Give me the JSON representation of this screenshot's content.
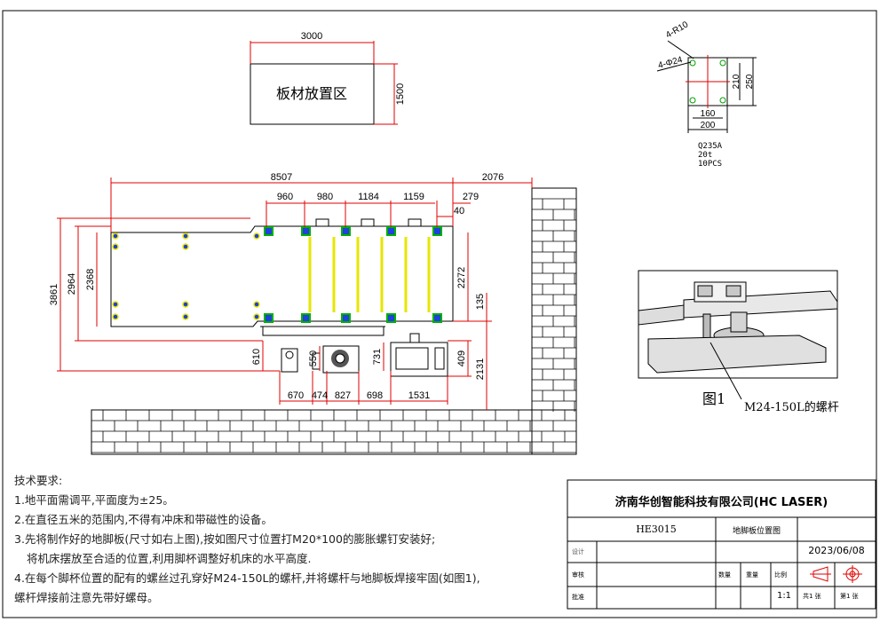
{
  "storage_area": {
    "label": "板材放置区",
    "width": "3000",
    "height": "1500"
  },
  "footplate": {
    "top_chamfer": "4-R10",
    "hole": "4-Φ24",
    "h_inner": "210",
    "h_outer": "250",
    "w_inner": "160",
    "w_outer": "200",
    "material": "Q235A",
    "thickness": "20t",
    "qty": "10PCS"
  },
  "dims": {
    "overall_top": "8507",
    "right_top": "2076",
    "top_a": "960",
    "top_b": "980",
    "top_c": "1184",
    "top_d": "1159",
    "top_e": "279",
    "top_f": "40",
    "left_outer": "3861",
    "left_mid": "2964",
    "left_inner": "2368",
    "right_a": "2272",
    "right_b": "135",
    "right_c": "409",
    "right_d": "2131",
    "bot_a": "670",
    "bot_b": "474",
    "bot_c": "827",
    "bot_d": "698",
    "bot_e": "1531",
    "h_a": "610",
    "h_b": "550",
    "h_c": "731"
  },
  "figure1": {
    "caption": "图1",
    "callout": "M24-150L的螺杆"
  },
  "requirements": {
    "title": "技术要求:",
    "l1": "1.地平面需调平,平面度为±25。",
    "l2": "2.在直径五米的范围内,不得有冲床和带磁性的设备。",
    "l3": "3.先将制作好的地脚板(尺寸如右上图),按如图尺寸位置打M20*100的膨胀螺钉安装好;",
    "l4": "将机床摆放至合适的位置,利用脚杯调整好机床的水平高度.",
    "l5": "4.在每个脚杯位置的配有的螺丝过孔穿好M24-150L的螺杆,并将螺杆与地脚板焊接牢固(如图1),",
    "l6": "螺杆焊接前注意先带好螺母。"
  },
  "title_block": {
    "company": "济南华创智能科技有限公司(HC LASER)",
    "model": "HE3015",
    "drawing": "地脚板位置图",
    "date": "2023/06/08",
    "design": "设计",
    "review": "审核",
    "approve": "批准",
    "qty": "数量",
    "weight": "重量",
    "scale_label": "比例",
    "scale": "1:1",
    "sheets_total": "共1 张",
    "sheet_no": "第1 张"
  }
}
